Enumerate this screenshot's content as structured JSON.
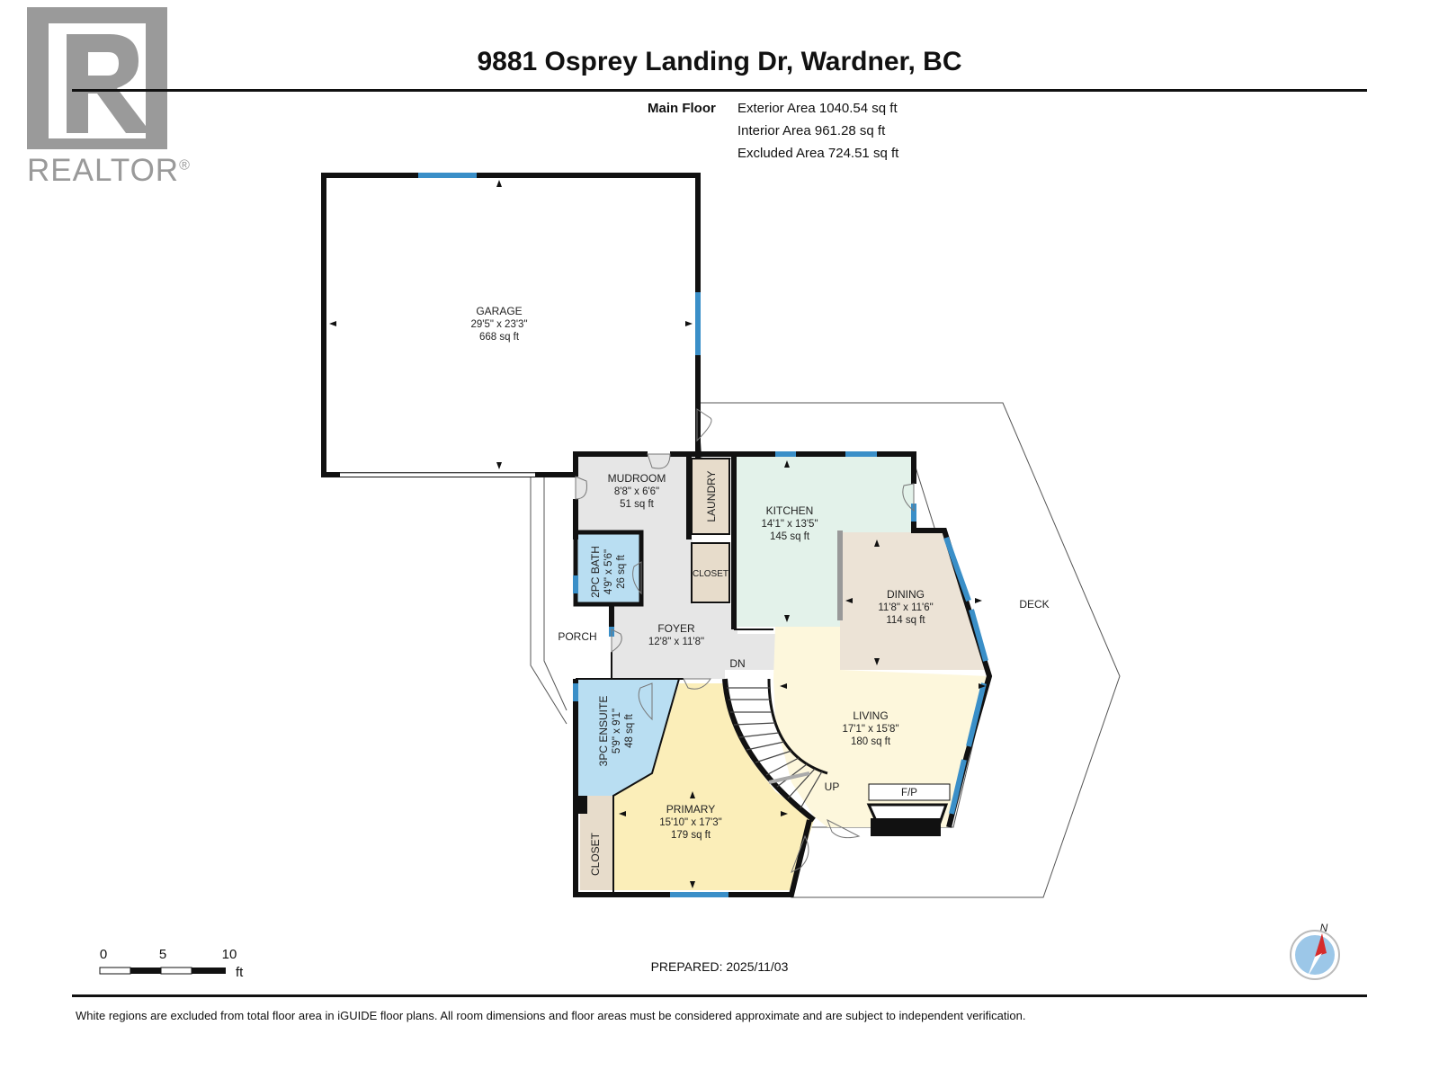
{
  "header": {
    "address": "9881 Osprey Landing Dr, Wardner, BC",
    "floor_label": "Main Floor",
    "exterior_area": "Exterior Area 1040.54 sq ft",
    "interior_area": "Interior Area 961.28 sq ft",
    "excluded_area": "Excluded Area 724.51 sq ft"
  },
  "logo": {
    "brand": "REALTOR",
    "mark": "®"
  },
  "rooms": {
    "garage": {
      "name": "GARAGE",
      "dims": "29'5\" x 23'3\"",
      "area": "668 sq ft"
    },
    "mudroom": {
      "name": "MUDROOM",
      "dims": "8'8\" x 6'6\"",
      "area": "51 sq ft"
    },
    "laundry": {
      "name": "LAUNDRY"
    },
    "kitchen": {
      "name": "KITCHEN",
      "dims": "14'1\" x 13'5\"",
      "area": "145 sq ft"
    },
    "bath2pc": {
      "name": "2PC BATH",
      "dims": "4'9\" x 5'6\"",
      "area": "26 sq ft"
    },
    "closet1": {
      "name": "CLOSET"
    },
    "dining": {
      "name": "DINING",
      "dims": "11'8\" x 11'6\"",
      "area": "114 sq ft"
    },
    "deck": {
      "name": "DECK"
    },
    "foyer": {
      "name": "FOYER",
      "dims": "12'8\" x 11'8\""
    },
    "porch": {
      "name": "PORCH"
    },
    "ensuite": {
      "name": "3PC ENSUITE",
      "dims": "5'9\" x 9'1\"",
      "area": "48 sq ft"
    },
    "living": {
      "name": "LIVING",
      "dims": "17'1\" x 15'8\"",
      "area": "180 sq ft"
    },
    "primary": {
      "name": "PRIMARY",
      "dims": "15'10\" x 17'3\"",
      "area": "179 sq ft"
    },
    "closet2": {
      "name": "CLOSET"
    },
    "fireplace": {
      "name": "F/P"
    }
  },
  "stairs": {
    "down": "DN",
    "up": "UP"
  },
  "scale": {
    "ticks": [
      "0",
      "5",
      "10"
    ],
    "unit": "ft"
  },
  "compass": {
    "north": "N"
  },
  "prepared": "PREPARED: 2025/11/03",
  "disclaimer": "White regions are excluded from total floor area in iGUIDE floor plans. All room dimensions and floor areas must be considered approximate and are subject to independent verification.",
  "colors": {
    "wall": "#111111",
    "window": "#3a8fc8",
    "mudroom_fill": "#e6e6e6",
    "kitchen_fill": "#e3f2ea",
    "dining_fill": "#ece3d6",
    "living_fill": "#fdf7dc",
    "primary_fill": "#fbeeb9",
    "bath_fill": "#b9def2",
    "laundry_fill": "#e7dccb",
    "logo_gray": "#9a9a9a",
    "compass_red": "#d62b2b",
    "compass_blue": "#9cc7e8"
  }
}
